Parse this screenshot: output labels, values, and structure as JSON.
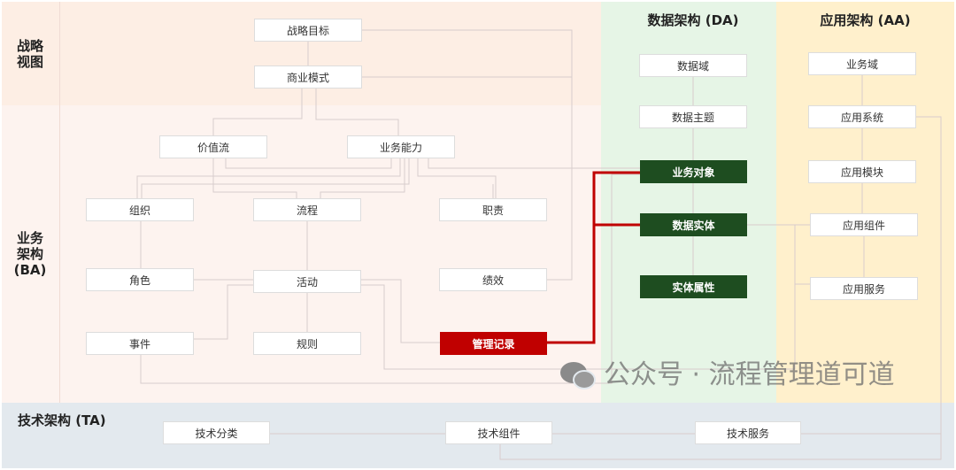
{
  "sections": {
    "strategy": "战略\n视图",
    "ba": "业务\n架构\n(BA)",
    "ta": "技术架构 (TA)",
    "da": "数据架构 (DA)",
    "aa": "应用架构 (AA)"
  },
  "ba_nodes": {
    "goal": "战略目标",
    "model": "商业模式",
    "value_stream": "价值流",
    "capability": "业务能力",
    "org": "组织",
    "process": "流程",
    "duty": "职责",
    "role": "角色",
    "activity": "活动",
    "performance": "绩效",
    "event": "事件",
    "rule": "规则",
    "record": "管理记录"
  },
  "da_nodes": {
    "domain": "数据域",
    "subject": "数据主题",
    "object": "业务对象",
    "entity": "数据实体",
    "attribute": "实体属性"
  },
  "aa_nodes": {
    "domain": "业务域",
    "system": "应用系统",
    "module": "应用模块",
    "component": "应用组件",
    "service": "应用服务"
  },
  "ta_nodes": {
    "category": "技术分类",
    "component": "技术组件",
    "service": "技术服务"
  },
  "watermark": "公众号 · 流程管理道可道",
  "colors": {
    "highlight": "#c00000",
    "data_highlight": "#1e4d20"
  }
}
